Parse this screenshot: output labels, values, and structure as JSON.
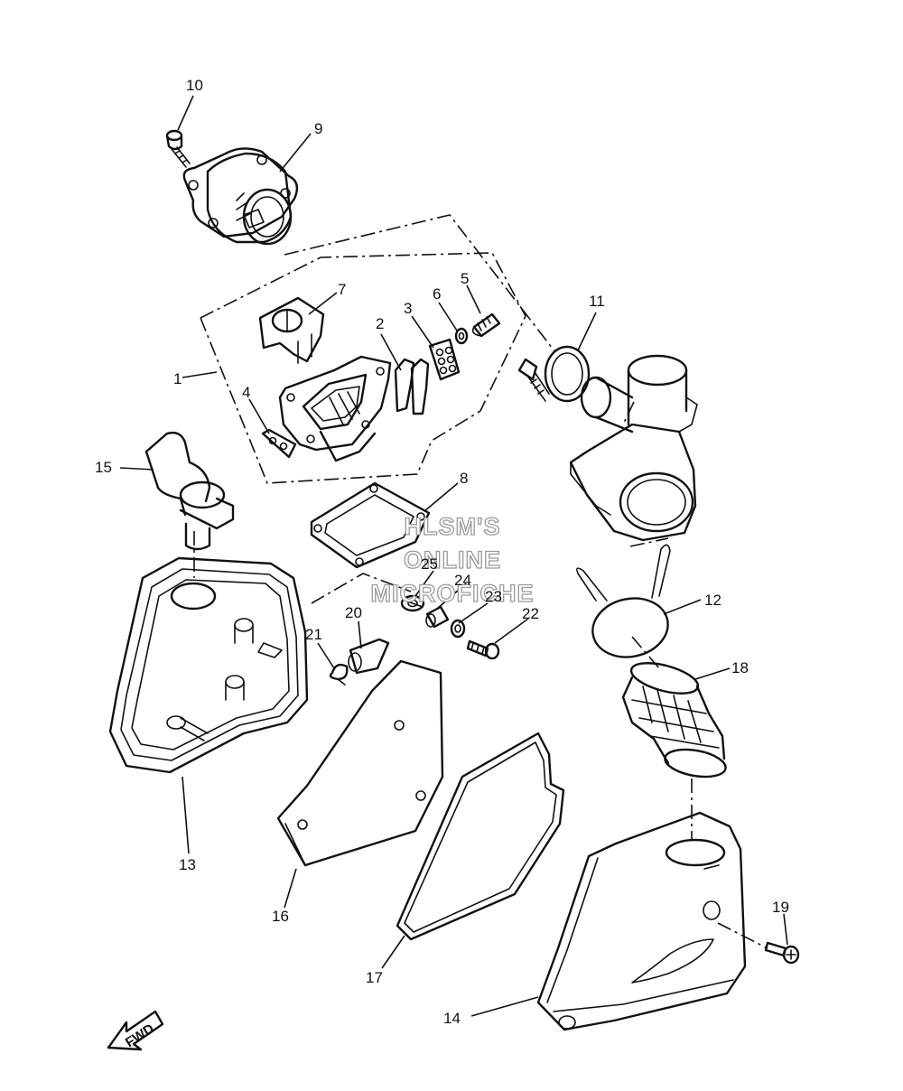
{
  "callouts": [
    "1",
    "2",
    "3",
    "4",
    "5",
    "6",
    "7",
    "8",
    "9",
    "10",
    "11",
    "12",
    "13",
    "14",
    "15",
    "16",
    "17",
    "18",
    "19",
    "20",
    "21",
    "22",
    "23",
    "24",
    "25"
  ],
  "watermark": {
    "line1": "HLSM'S",
    "line2": "ONLINE",
    "line3": "MICROFICHE"
  },
  "direction_arrow": {
    "label": "FWD",
    "icon": "arrow-left-icon"
  }
}
